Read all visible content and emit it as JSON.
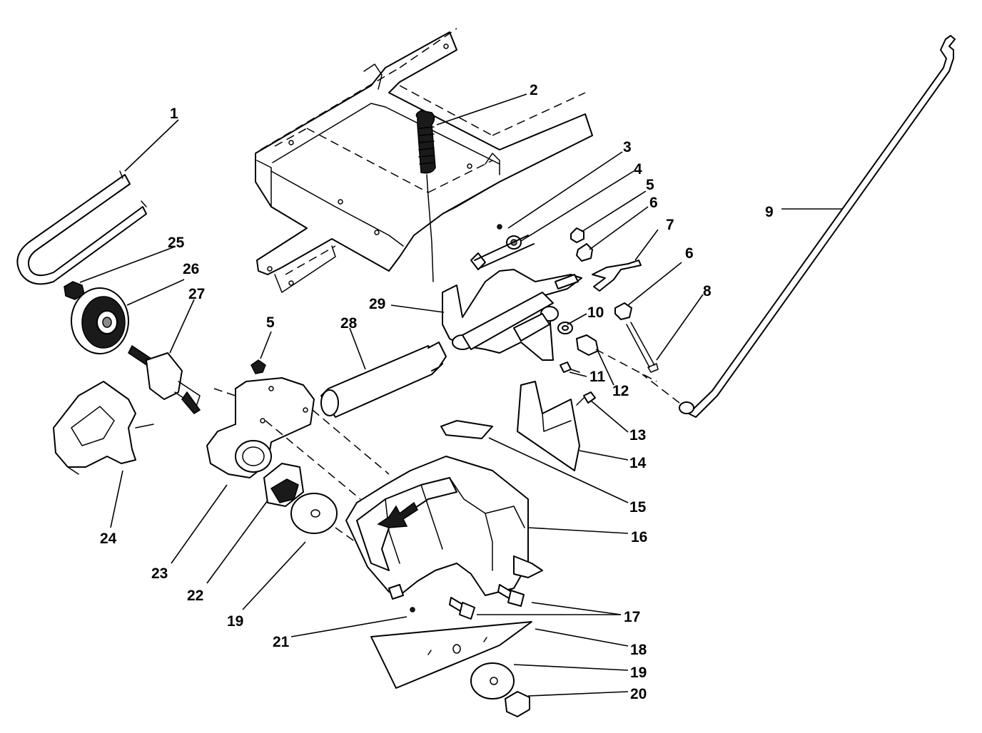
{
  "diagram": {
    "callouts": [
      {
        "id": "c1",
        "label": "1"
      },
      {
        "id": "c2",
        "label": "2"
      },
      {
        "id": "c3",
        "label": "3"
      },
      {
        "id": "c4",
        "label": "4"
      },
      {
        "id": "c5a",
        "label": "5"
      },
      {
        "id": "c5b",
        "label": "5"
      },
      {
        "id": "c6a",
        "label": "6"
      },
      {
        "id": "c6b",
        "label": "6"
      },
      {
        "id": "c7",
        "label": "7"
      },
      {
        "id": "c8",
        "label": "8"
      },
      {
        "id": "c9",
        "label": "9"
      },
      {
        "id": "c10",
        "label": "10"
      },
      {
        "id": "c11",
        "label": "11"
      },
      {
        "id": "c12",
        "label": "12"
      },
      {
        "id": "c13",
        "label": "13"
      },
      {
        "id": "c14",
        "label": "14"
      },
      {
        "id": "c15",
        "label": "15"
      },
      {
        "id": "c16",
        "label": "16"
      },
      {
        "id": "c17",
        "label": "17"
      },
      {
        "id": "c18",
        "label": "18"
      },
      {
        "id": "c19a",
        "label": "19"
      },
      {
        "id": "c19b",
        "label": "19"
      },
      {
        "id": "c20",
        "label": "20"
      },
      {
        "id": "c21",
        "label": "21"
      },
      {
        "id": "c22",
        "label": "22"
      },
      {
        "id": "c23",
        "label": "23"
      },
      {
        "id": "c24",
        "label": "24"
      },
      {
        "id": "c25",
        "label": "25"
      },
      {
        "id": "c26",
        "label": "26"
      },
      {
        "id": "c27",
        "label": "27"
      },
      {
        "id": "c28",
        "label": "28"
      },
      {
        "id": "c29",
        "label": "29"
      }
    ]
  }
}
